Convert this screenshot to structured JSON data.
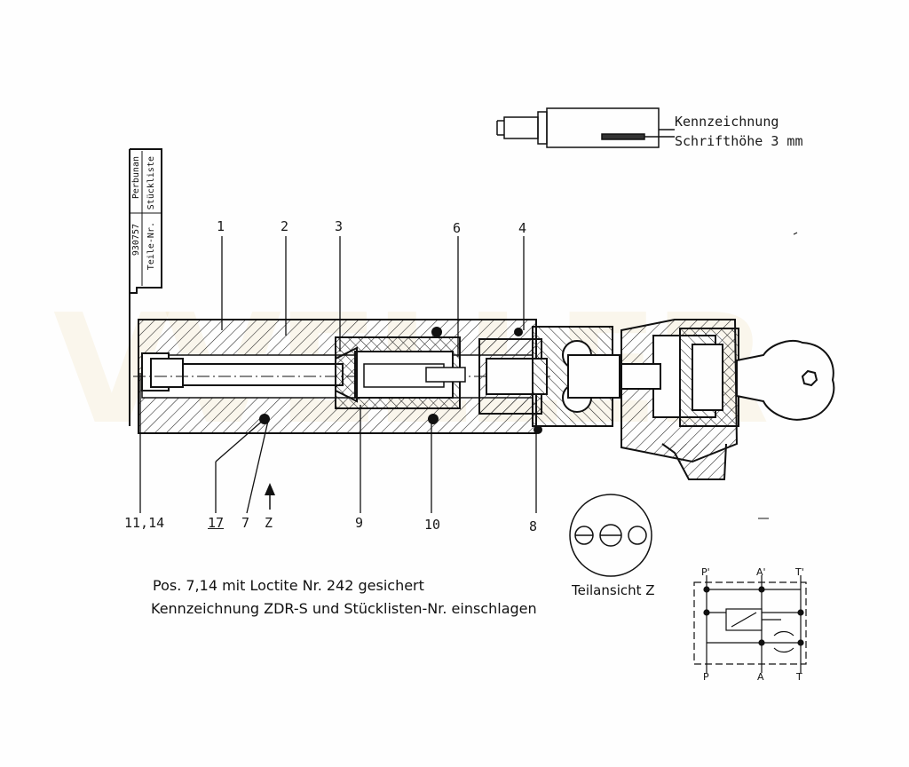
{
  "title_block": {
    "left_col_top": "Stückliste",
    "left_col_bottom": "Perbunan",
    "right_col_top": "Teile-Nr.",
    "right_col_bottom": "930757"
  },
  "marking": {
    "line1": "Kennzeichnung",
    "line2": "Schrifthöhe 3 mm"
  },
  "positions": {
    "p1": "1",
    "p2": "2",
    "p3": "3",
    "p6": "6",
    "p4": "4",
    "p11": "11,14",
    "p17": "17",
    "p7": "7",
    "z": "Z",
    "p9": "9",
    "p10": "10",
    "p8": "8"
  },
  "notes": {
    "line1": "Pos. 7,14     mit Loctite  Nr. 242 gesichert",
    "line2": "Kennzeichnung  ZDR-S und Stücklisten-Nr. einschlagen"
  },
  "detail_view": {
    "label": "Teilansicht Z"
  },
  "schematic": {
    "ports_top": [
      "P'",
      "A'",
      "T'"
    ],
    "ports_bottom": [
      "P",
      "A",
      "T"
    ]
  },
  "watermark": {
    "text": "VVELLER"
  }
}
